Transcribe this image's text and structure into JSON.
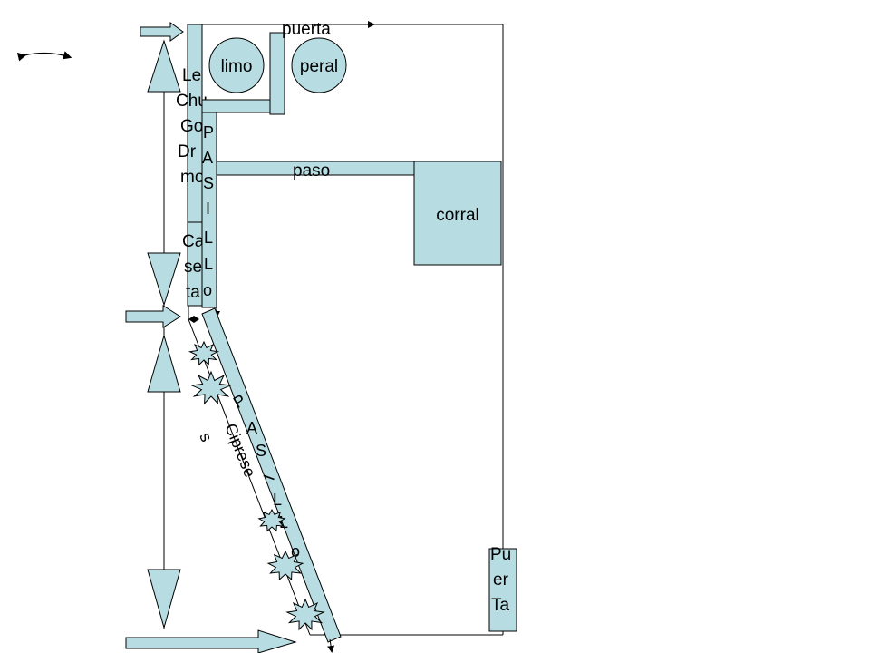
{
  "colors": {
    "fill": "#b7dde2",
    "stroke": "#000000",
    "background": "#ffffff"
  },
  "labels": {
    "limo": "limo",
    "peral": "peral",
    "puerta": "puerta",
    "paso": "paso",
    "corral": "corral",
    "leche_lines": [
      "Le",
      "Chu",
      "Go",
      "Dr",
      "mo"
    ],
    "caseta_lines": [
      "Ca",
      "se",
      "ta"
    ],
    "pasillo_vertical": [
      "P",
      "A",
      "S",
      "I",
      "L",
      "L",
      "o"
    ],
    "pasillo_diagonal": [
      "P",
      "A",
      "S",
      "I",
      "L",
      "L",
      "o"
    ],
    "cipreses": "Ciprese",
    "cipreses_s": "s",
    "puerta_trasera_lines": [
      "Pu",
      "er",
      "Ta"
    ]
  },
  "icons": {
    "double_arrow": "double-headed-arrow-icon",
    "block_arrow": "block-arrow-right-icon",
    "triangle_up": "triangle-up-icon",
    "triangle_down": "triangle-down-icon",
    "tree": "cypress-tree-icon"
  }
}
